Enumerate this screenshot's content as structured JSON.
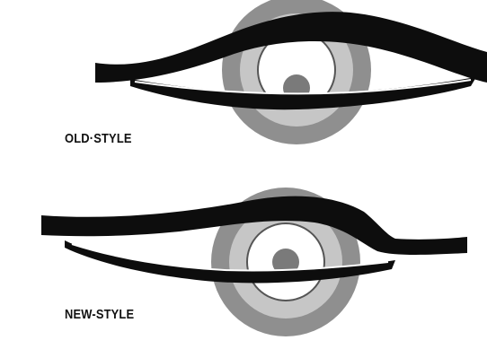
{
  "diagrams": [
    {
      "label": "OLD·STYLE",
      "description_id": "old-style-eye"
    },
    {
      "label": "NEW-STYLE",
      "description_id": "new-style-eye"
    }
  ],
  "colors": {
    "ink": "#0d0d0d",
    "iris_outer": "#8f8f8f",
    "iris_band": "#c4c4c4",
    "pupil_ring": "#ffffff",
    "pupil": "#7a7a7a",
    "background": "#ffffff"
  }
}
